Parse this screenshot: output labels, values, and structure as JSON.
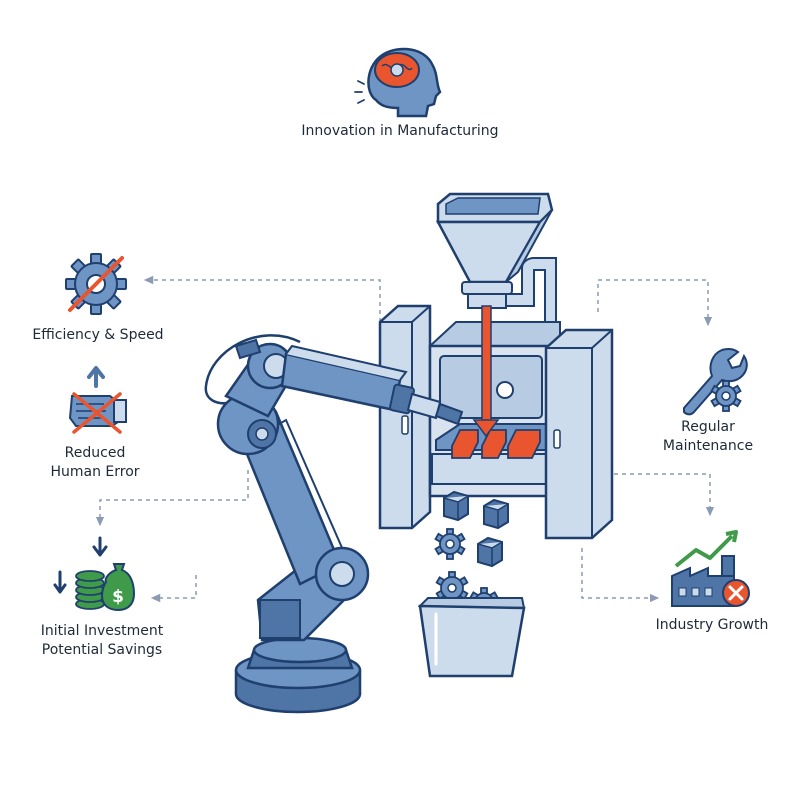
{
  "title": "Innovation in Manufacturing",
  "labels": {
    "efficiency": "Efficiency & Speed",
    "human_error_line1": "Reduced",
    "human_error_line2": "Human Error",
    "investment_line1": "Initial Investment",
    "investment_line2": "Potential Savings",
    "maintenance_line1": "Regular",
    "maintenance_line2": "Maintenance",
    "growth": "Industry Growth"
  },
  "icons": {
    "top": "brain-head-icon",
    "efficiency": "crossed-gear-icon",
    "human_error": "crossed-hand-icon",
    "investment": "money-stack-icon",
    "maintenance": "wrench-gear-icon",
    "growth": "factory-growth-icon"
  },
  "colors": {
    "line": "#1f3f6e",
    "fill_light": "#cddcec",
    "fill_mid": "#6f95c4",
    "fill_dark": "#4f74a6",
    "accent": "#e8552f",
    "green": "#3f9a4a",
    "connector": "#8a9bb3"
  }
}
